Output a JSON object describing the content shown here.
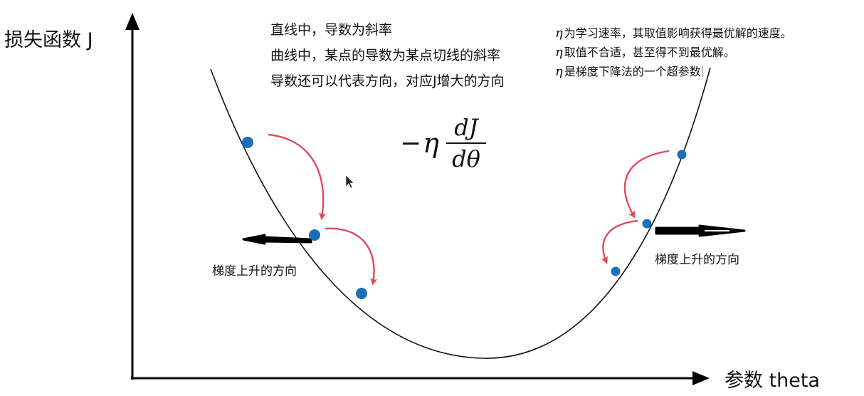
{
  "axes": {
    "y_label": "损失函数 J",
    "x_label": "参数 theta"
  },
  "notes": [
    "直线中，导数为斜率",
    "曲线中，某点的导数为某点切线的斜率",
    "导数还可以代表方向，对应J增大的方向"
  ],
  "eta_notes": {
    "symbol": "η",
    "lines": [
      "为学习速率，其取值影响获得最优解的速度。",
      "取值不合适，甚至得不到最优解。",
      "是梯度下降法的一个超参数"
    ]
  },
  "formula": {
    "minus": "−",
    "eta": "η",
    "numerator": "dJ",
    "denominator": "dθ"
  },
  "gradient_direction_label_left": "梯度上升的方向",
  "gradient_direction_label_right": "梯度上升的方向",
  "colors": {
    "curve": "#111111",
    "point": "#1a6fb5",
    "step_arrow": "#e04a5a",
    "gradient_arrow": "#000000",
    "axis": "#000000"
  }
}
